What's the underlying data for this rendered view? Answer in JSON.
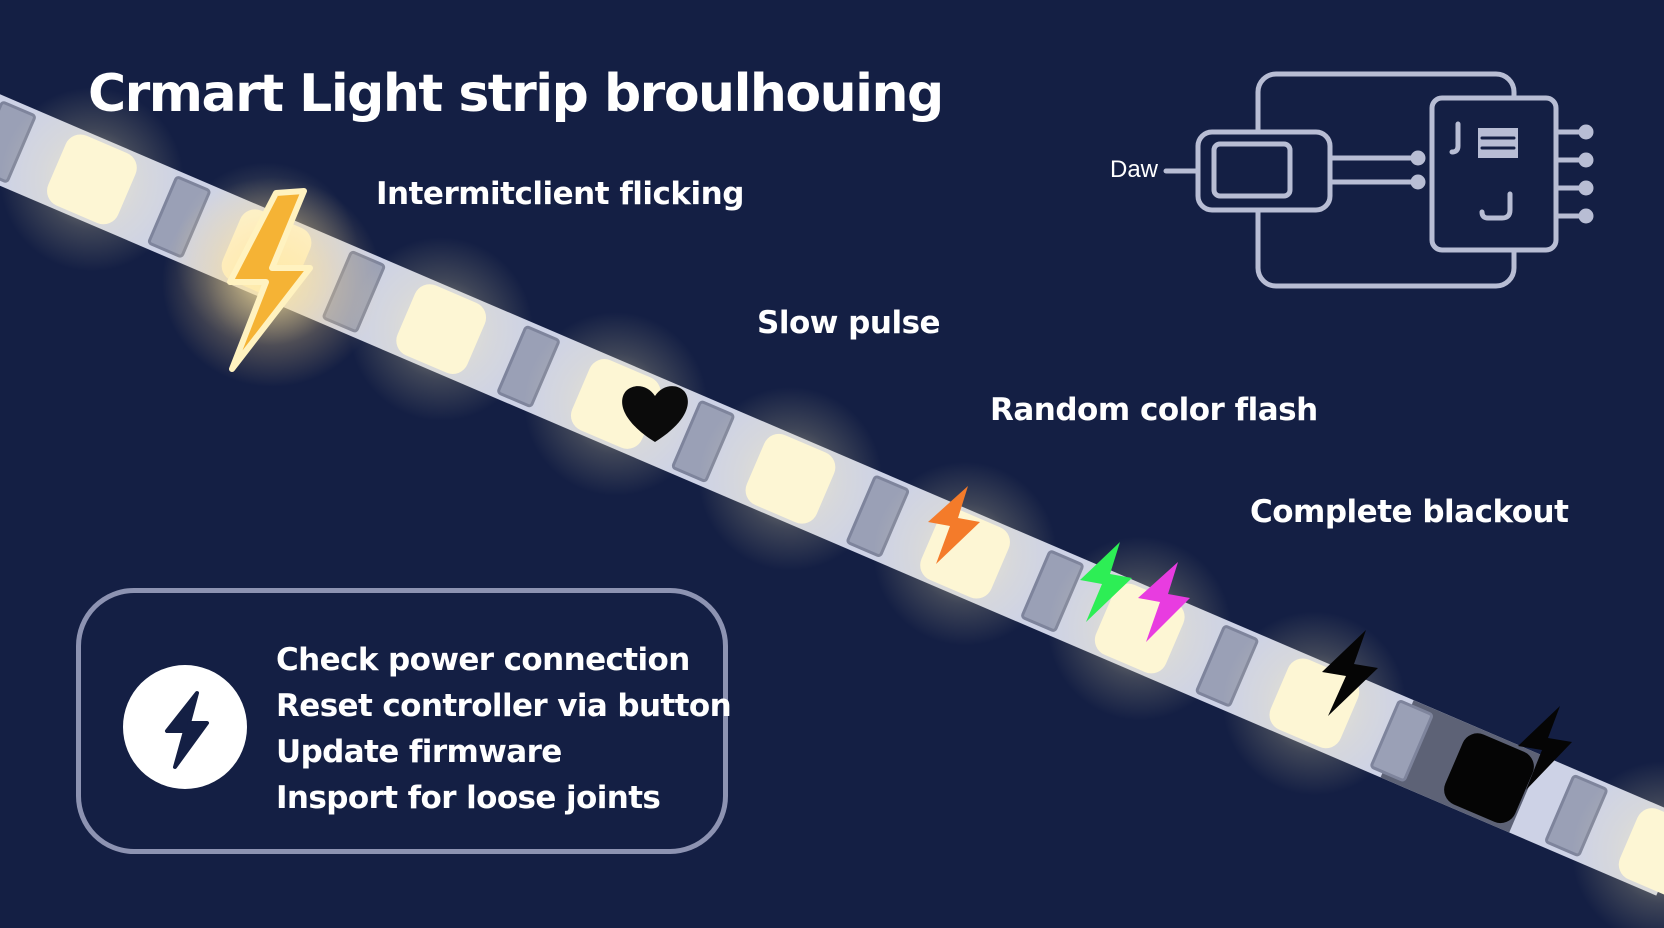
{
  "title": "Crmart Light strip broulhouing",
  "symptoms": [
    {
      "label": "Intermitclient flicking",
      "icon": "yellow-lightning-icon"
    },
    {
      "label": "Slow pulse",
      "icon": "heart-icon"
    },
    {
      "label": "Random color flash",
      "icon": "color-lightning-icons"
    },
    {
      "label": "Complete blackout",
      "icon": "black-lightning-icon"
    }
  ],
  "controller": {
    "label": "Daw",
    "icon": "controller-circuit-icon"
  },
  "steps_box": {
    "icon": "lightning-bolt-circle-icon",
    "steps": [
      "Check power connection",
      "Reset controller via button",
      "Update firmware",
      "Insport for loose joints"
    ]
  },
  "colors": {
    "background": "#141f44",
    "strip": "#cdd2e6",
    "led": "#fdf6d4",
    "flicker_bolt": "#f5b335",
    "flash_orange": "#f47b2a",
    "flash_green": "#2dee55",
    "flash_magenta": "#e83ce0",
    "blackout": "#050505",
    "outline": "#b8bdd4"
  }
}
